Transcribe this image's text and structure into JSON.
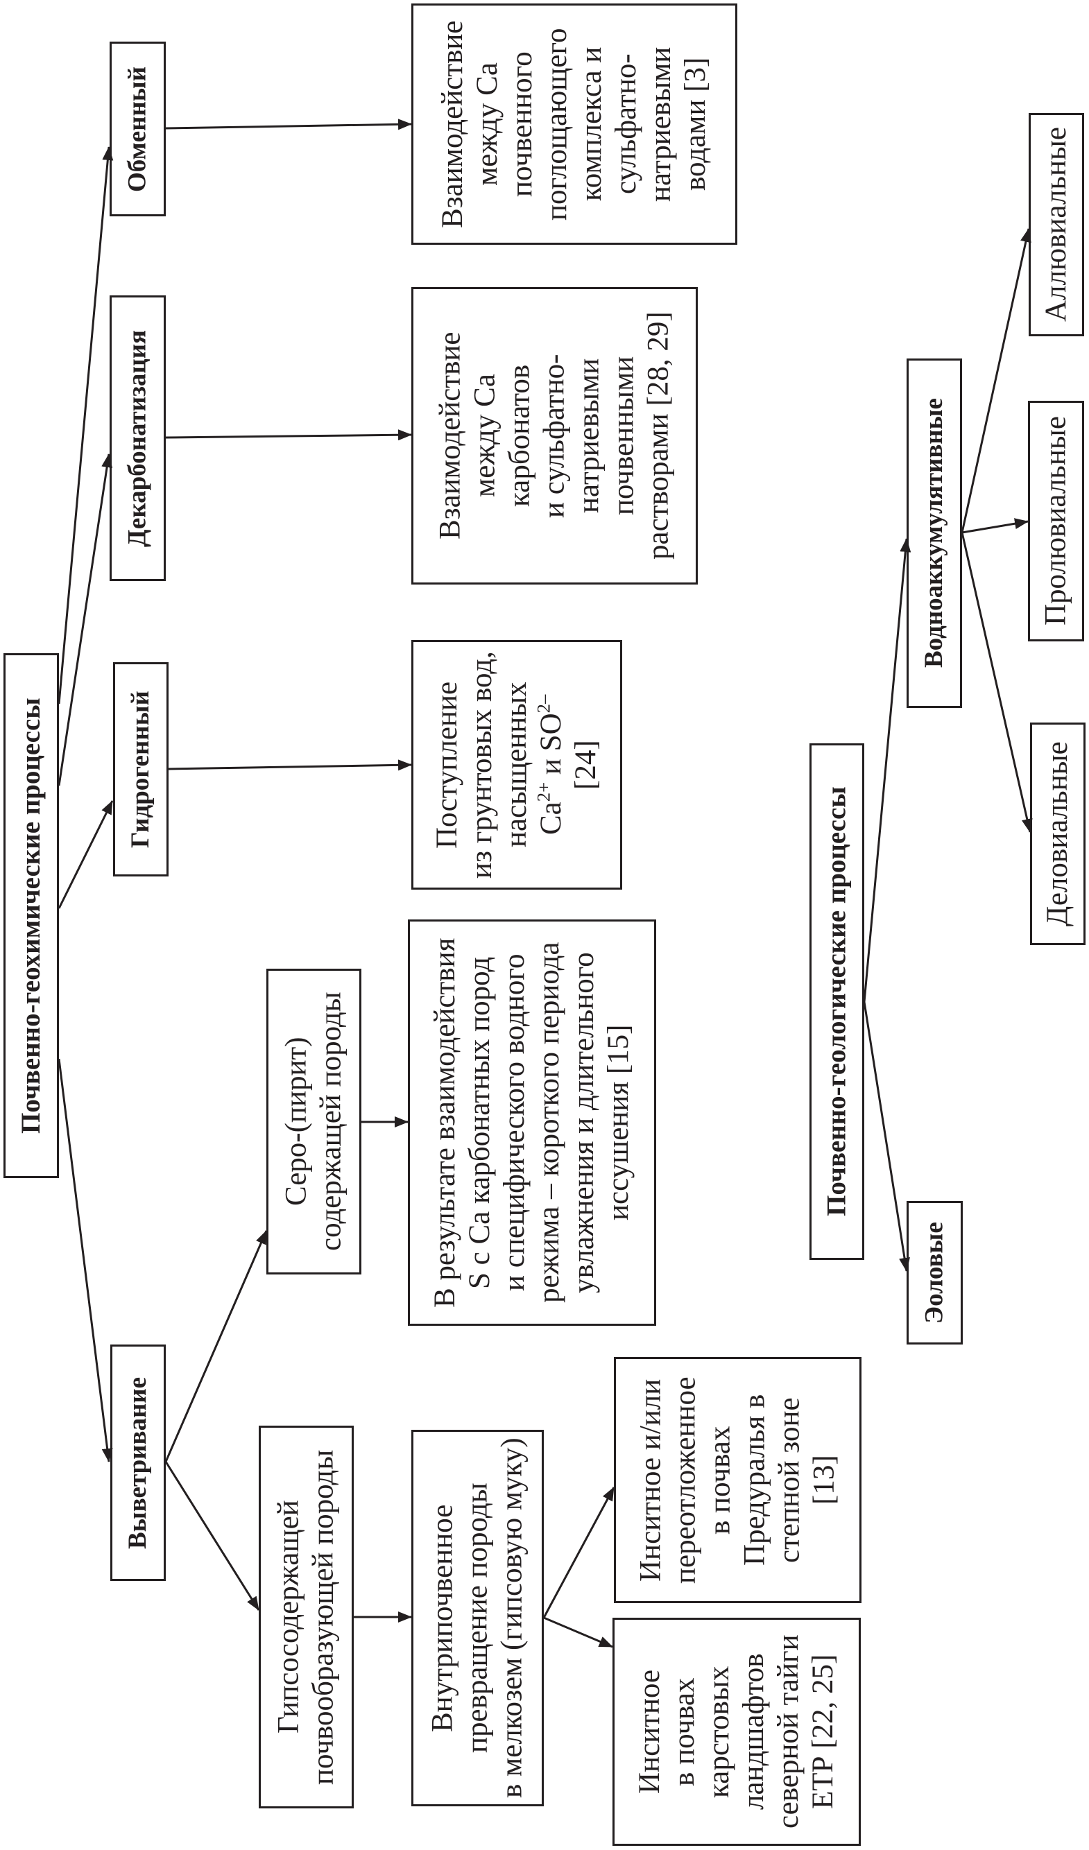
{
  "colors": {
    "ink": "#231f20",
    "background": "#ffffff"
  },
  "geochemical": {
    "root_label": "Почвенно-геохимические процессы",
    "exchange": {
      "label": "Обменный",
      "description": [
        "Взаимодействие",
        "между Ca",
        "почвенного",
        "поглощающего",
        "комплекса и",
        "сульфатно-",
        "натриевыми",
        "водами [3]"
      ]
    },
    "decarbonatization": {
      "label": "Декарбонатизация",
      "description": [
        "Взаимодействие",
        "между Ca",
        "карбонатов",
        "и сульфатно-",
        "натриевыми",
        "почвенными",
        "растворами [28, 29]"
      ]
    },
    "hydrogenic": {
      "label": "Гидрогенный",
      "description": {
        "lines": [
          "Поступление",
          "из грунтовых вод,",
          "насыщенных"
        ],
        "ions": {
          "cation": "Ca",
          "cation_charge": "2+",
          "joiner": " и ",
          "anion": "SO",
          "anion_charge": "2–"
        },
        "ref": "[24]"
      }
    },
    "weathering": {
      "label": "Выветривание",
      "sulfur_pyrite_rock": {
        "label": [
          "Серо-(пирит)",
          "содержащей породы"
        ],
        "description": [
          "В результате взаимодействия",
          "S с Ca карбонатных пород",
          "и специфического водного",
          "режима – короткого периода",
          "увлажнения и длительного",
          "иссушения [15]"
        ]
      },
      "gypsum_rock": {
        "label": [
          "Гипсосодержащей",
          "почвообразующей породы"
        ],
        "transformation": [
          "Внутрипочвенное",
          "превращение породы",
          "в мелкозем (гипсовую муку)"
        ],
        "outcomes": [
          {
            "lines": [
              "Инситное и/или",
              "переотложенное",
              "в почвах",
              "Предуралья в",
              "степной зоне",
              "[13]"
            ]
          },
          {
            "lines": [
              "Инситное",
              "в почвах",
              "карстовых",
              "ландшафтов",
              "северной тайги",
              "ЕТР [22, 25]"
            ]
          }
        ]
      }
    }
  },
  "geological": {
    "root_label": "Почвенно-геологические процессы",
    "water_accumulative": {
      "label": "Водноаккумулятивные",
      "children": [
        "Аллювиальные",
        "Пролювиальные",
        "Деловиальные"
      ]
    },
    "aeolian": {
      "label": "Эоловые"
    }
  }
}
